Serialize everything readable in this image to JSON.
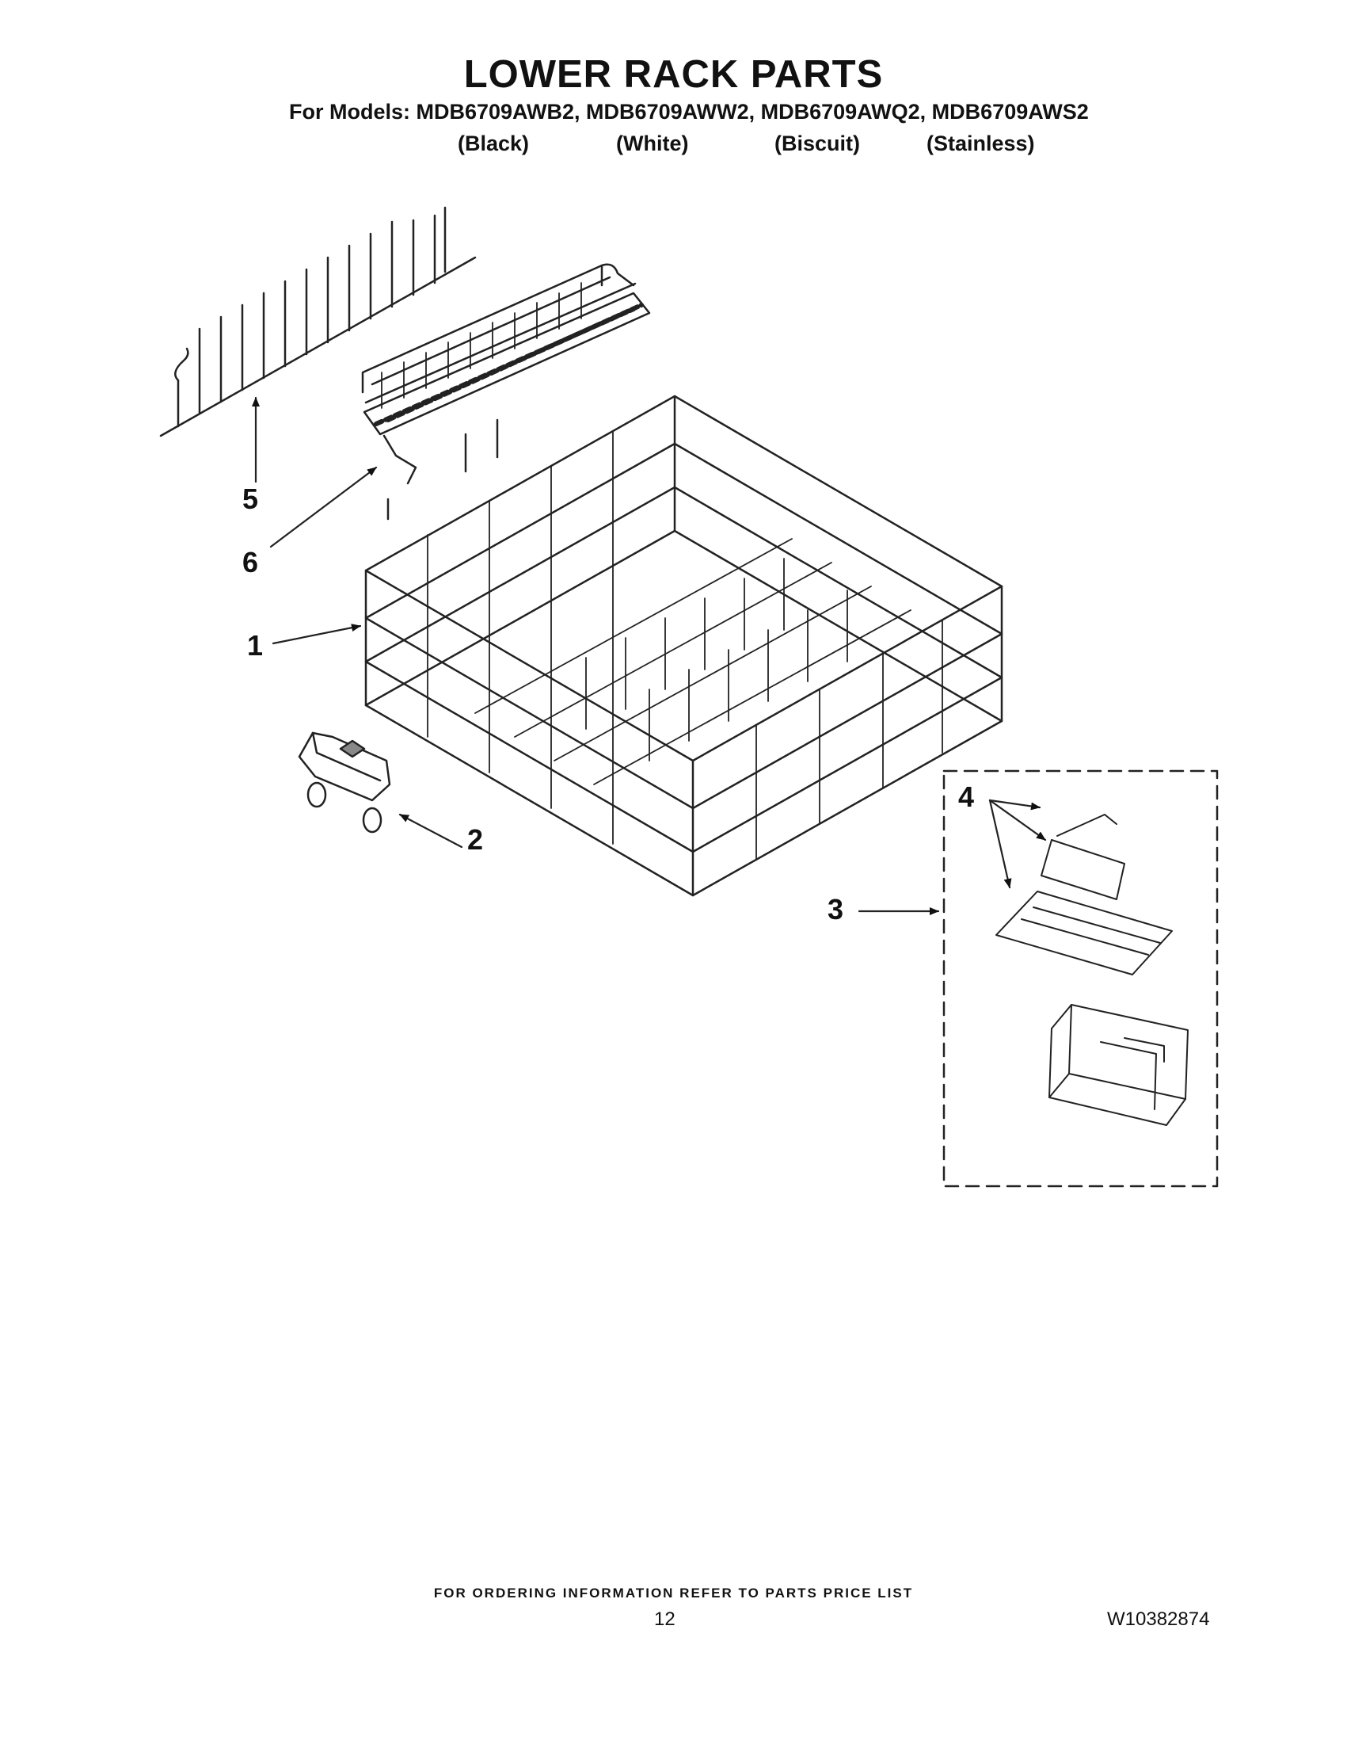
{
  "header": {
    "title": "LOWER RACK PARTS",
    "models_line": "For Models: MDB6709AWB2, MDB6709AWW2, MDB6709AWQ2, MDB6709AWS2",
    "finishes": [
      "(Black)",
      "(White)",
      "(Biscuit)",
      "(Stainless)"
    ]
  },
  "callouts": [
    "1",
    "2",
    "3",
    "4",
    "5",
    "6"
  ],
  "footer": {
    "ordering_note": "FOR ORDERING INFORMATION REFER TO PARTS PRICE LIST",
    "page_number": "12",
    "document_number": "W10382874"
  }
}
